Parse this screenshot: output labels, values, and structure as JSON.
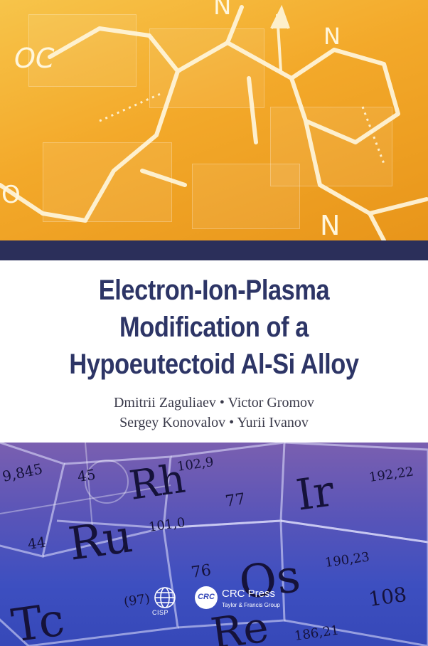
{
  "book": {
    "title_lines": [
      "Electron-Ion-Plasma",
      "Modification of a",
      "Hypoeutectoid Al-Si Alloy"
    ],
    "authors_lines": [
      "Dmitrii Zaguliaev • Victor Gromov",
      "Sergey Konovalov • Yurii Ivanov"
    ]
  },
  "publishers": {
    "cisp": "CISP",
    "crc_mark": "CRC",
    "crc_name": "CRC Press",
    "crc_sub": "Taylor & Francis Group"
  },
  "top_art_text": {
    "formula_label": "OC",
    "n1": "N",
    "n2": "N",
    "n3": "N",
    "o1": "O"
  },
  "periodic_cells": [
    {
      "symbol": "Tc",
      "number": "",
      "mass": "(97)"
    },
    {
      "symbol": "Ru",
      "number": "44",
      "mass": "101,0"
    },
    {
      "symbol": "Rh",
      "number": "45",
      "mass": "102,9"
    },
    {
      "symbol": "Os",
      "number": "76",
      "mass": "190,23"
    },
    {
      "symbol": "Ir",
      "number": "77",
      "mass": "192,22"
    },
    {
      "symbol": "Re",
      "number": "",
      "mass": "186,21"
    },
    {
      "symbol": "",
      "number": "108",
      "mass": ""
    },
    {
      "symbol": "",
      "number": "",
      "mass": "9,845"
    }
  ],
  "colors": {
    "title": "#2d3566",
    "navy_band": "#2b2f5a",
    "top_orange": "#f3a92a",
    "bottom_blue": "#3d4fc0"
  }
}
